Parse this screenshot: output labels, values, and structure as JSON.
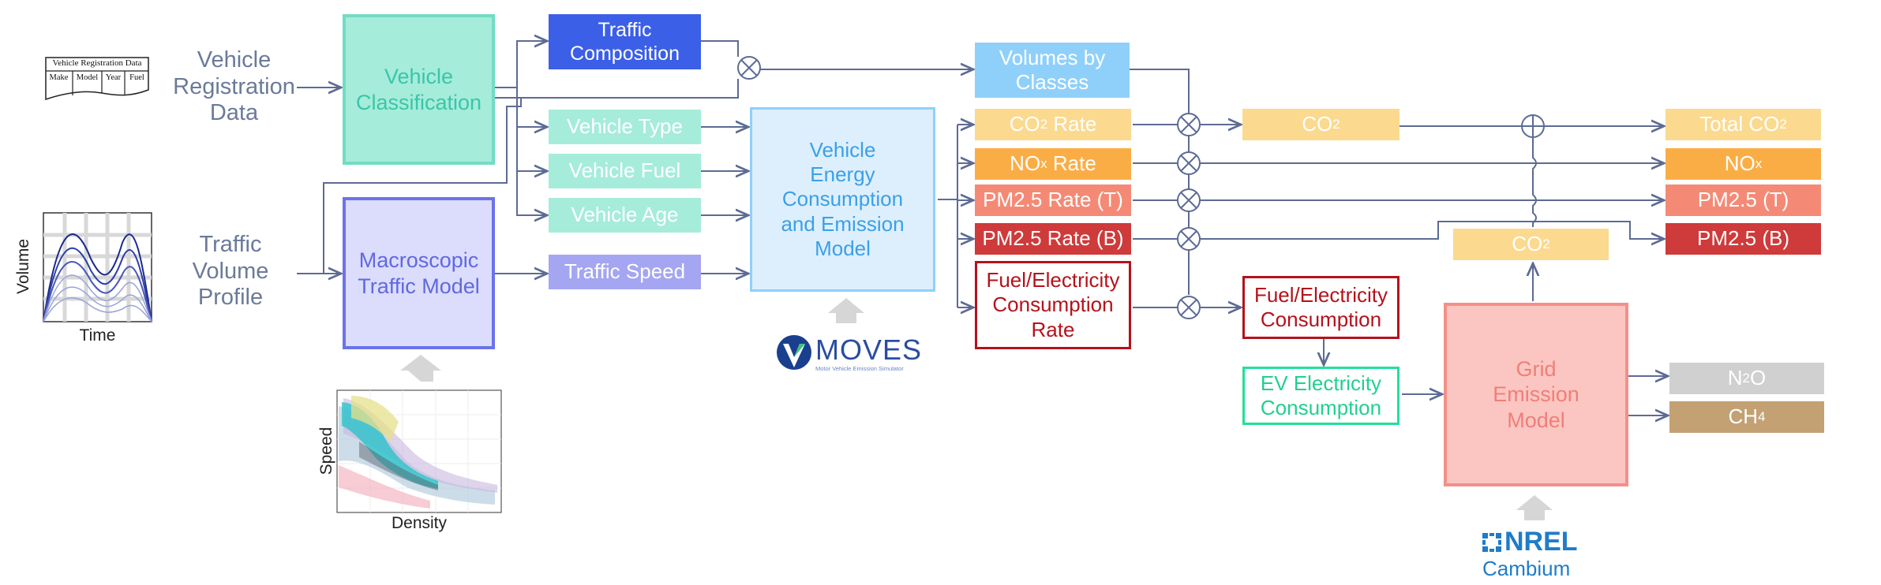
{
  "inputs": {
    "vehicle_registration_data": "Vehicle\nRegistration\nData",
    "traffic_volume_profile": "Traffic\nVolume\nProfile"
  },
  "registration_table": {
    "title": "Vehicle Registration Data",
    "columns": [
      "Make",
      "Model",
      "Year",
      "Fuel"
    ]
  },
  "volume_plot": {
    "xlabel": "Time",
    "ylabel": "Volume"
  },
  "speed_plot": {
    "xlabel": "Density",
    "ylabel": "Speed"
  },
  "boxes": {
    "vehicle_classification": "Vehicle\nClassification",
    "macroscopic_traffic_model": "Macroscopic\nTraffic Model",
    "traffic_composition": "Traffic\nComposition",
    "vehicle_type": "Vehicle Type",
    "vehicle_fuel": "Vehicle Fuel",
    "vehicle_age": "Vehicle Age",
    "traffic_speed": "Traffic Speed",
    "energy_model": "Vehicle\nEnergy\nConsumption\nand Emission\nModel",
    "volumes_by_classes": "Volumes by\nClasses",
    "co2_rate_main": "CO",
    "co2_rate_sub": "2",
    "co2_rate_rest": " Rate",
    "nox_rate_main": "NO",
    "nox_rate_sub": "x",
    "nox_rate_rest": " Rate",
    "pm25_rate_t": "PM2.5 Rate (T)",
    "pm25_rate_b": "PM2.5 Rate (B)",
    "fuel_elec_rate": "Fuel/Electricity\nConsumption\nRate",
    "co2_mid_main": "CO",
    "co2_mid_sub": "2",
    "fuel_elec_consumption": "Fuel/Electricity\nConsumption",
    "ev_electricity": "EV Electricity\nConsumption",
    "grid_emission_model": "Grid\nEmission\nModel",
    "co2_grid_main": "CO",
    "co2_grid_sub": "2"
  },
  "outputs": {
    "total_co2_main": "Total CO",
    "total_co2_sub": "2",
    "nox_main": "NO",
    "nox_sub": "x",
    "pm25_t": "PM2.5 (T)",
    "pm25_b": "PM2.5 (B)",
    "n2o_main": "N",
    "n2o_sub": "2",
    "n2o_rest": "O",
    "ch4_main": "CH",
    "ch4_sub": "4"
  },
  "logos": {
    "moves_name": "MOVES",
    "moves_tagline": "Motor Vehicle Emission Simulator",
    "nrel_name": "NREL",
    "nrel_sub": "Cambium"
  },
  "colors": {
    "wire": "#5d6b94",
    "teal_fill": "#a6ecdb",
    "teal_border": "#72dcc4",
    "blue_dark": "#3c5fe8",
    "purple_fill": "#dcdcfc",
    "purple_border": "#6b73ea",
    "light_blue": "#8fd0fb",
    "co2": "#fbd98f",
    "nox": "#fbad45",
    "pm_t": "#f48a76",
    "pm_b": "#cf3a3a",
    "dark_red": "#b5121b",
    "green": "#21e09a",
    "pink_fill": "#fbc6c2",
    "pink_border": "#f48f8a",
    "gray": "#d0d0d0",
    "tan": "#c3a173"
  }
}
